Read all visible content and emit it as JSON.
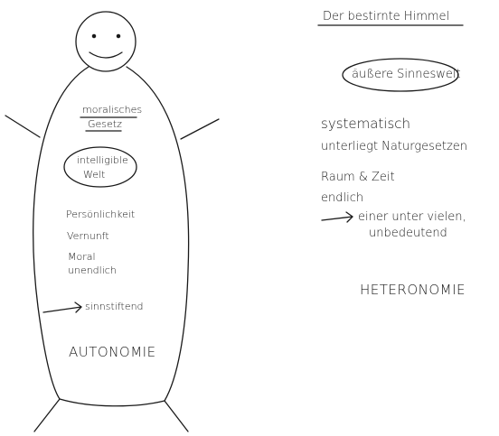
{
  "left_figure": {
    "law_label_line1": "moralisches",
    "law_label_line2": "Gesetz",
    "world_label_line1": "intelligible",
    "world_label_line2": "Welt",
    "traits": [
      "Persönlichkeit",
      "Vernunft",
      "Moral",
      "unendlich"
    ],
    "arrow_label": "sinnstiftend",
    "conclusion": "AUTONOMIE"
  },
  "right_side": {
    "heading": "Der bestirnte Himmel",
    "world_label": "äußere Sinneswelt",
    "traits": [
      "systematisch",
      "unterliegt Naturgesetzen",
      "Raum & Zeit",
      "endlich"
    ],
    "arrow_label_line1": "einer unter vielen,",
    "arrow_label_line2": "unbedeutend",
    "conclusion": "HETERONOMIE"
  },
  "colors": {
    "ink": "#1a1a1a",
    "background": "#ffffff"
  }
}
